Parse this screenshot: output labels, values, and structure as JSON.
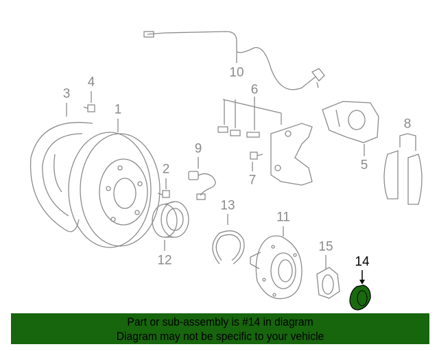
{
  "diagram": {
    "callouts": [
      {
        "id": "1",
        "label": "1"
      },
      {
        "id": "2",
        "label": "2"
      },
      {
        "id": "3",
        "label": "3"
      },
      {
        "id": "4",
        "label": "4"
      },
      {
        "id": "5",
        "label": "5"
      },
      {
        "id": "6",
        "label": "6"
      },
      {
        "id": "7",
        "label": "7"
      },
      {
        "id": "8",
        "label": "8"
      },
      {
        "id": "9",
        "label": "9"
      },
      {
        "id": "10",
        "label": "10"
      },
      {
        "id": "11",
        "label": "11"
      },
      {
        "id": "12",
        "label": "12"
      },
      {
        "id": "13",
        "label": "13"
      },
      {
        "id": "14",
        "label": "14",
        "highlighted": true
      },
      {
        "id": "15",
        "label": "15"
      }
    ],
    "line_color": "#8a8a8a",
    "highlight_color": "#1a6a10"
  },
  "banner": {
    "line1": "Part or sub-assembly is #14 in diagram",
    "line2": "Diagram may not be specific to your vehicle",
    "color": "#17650c"
  }
}
